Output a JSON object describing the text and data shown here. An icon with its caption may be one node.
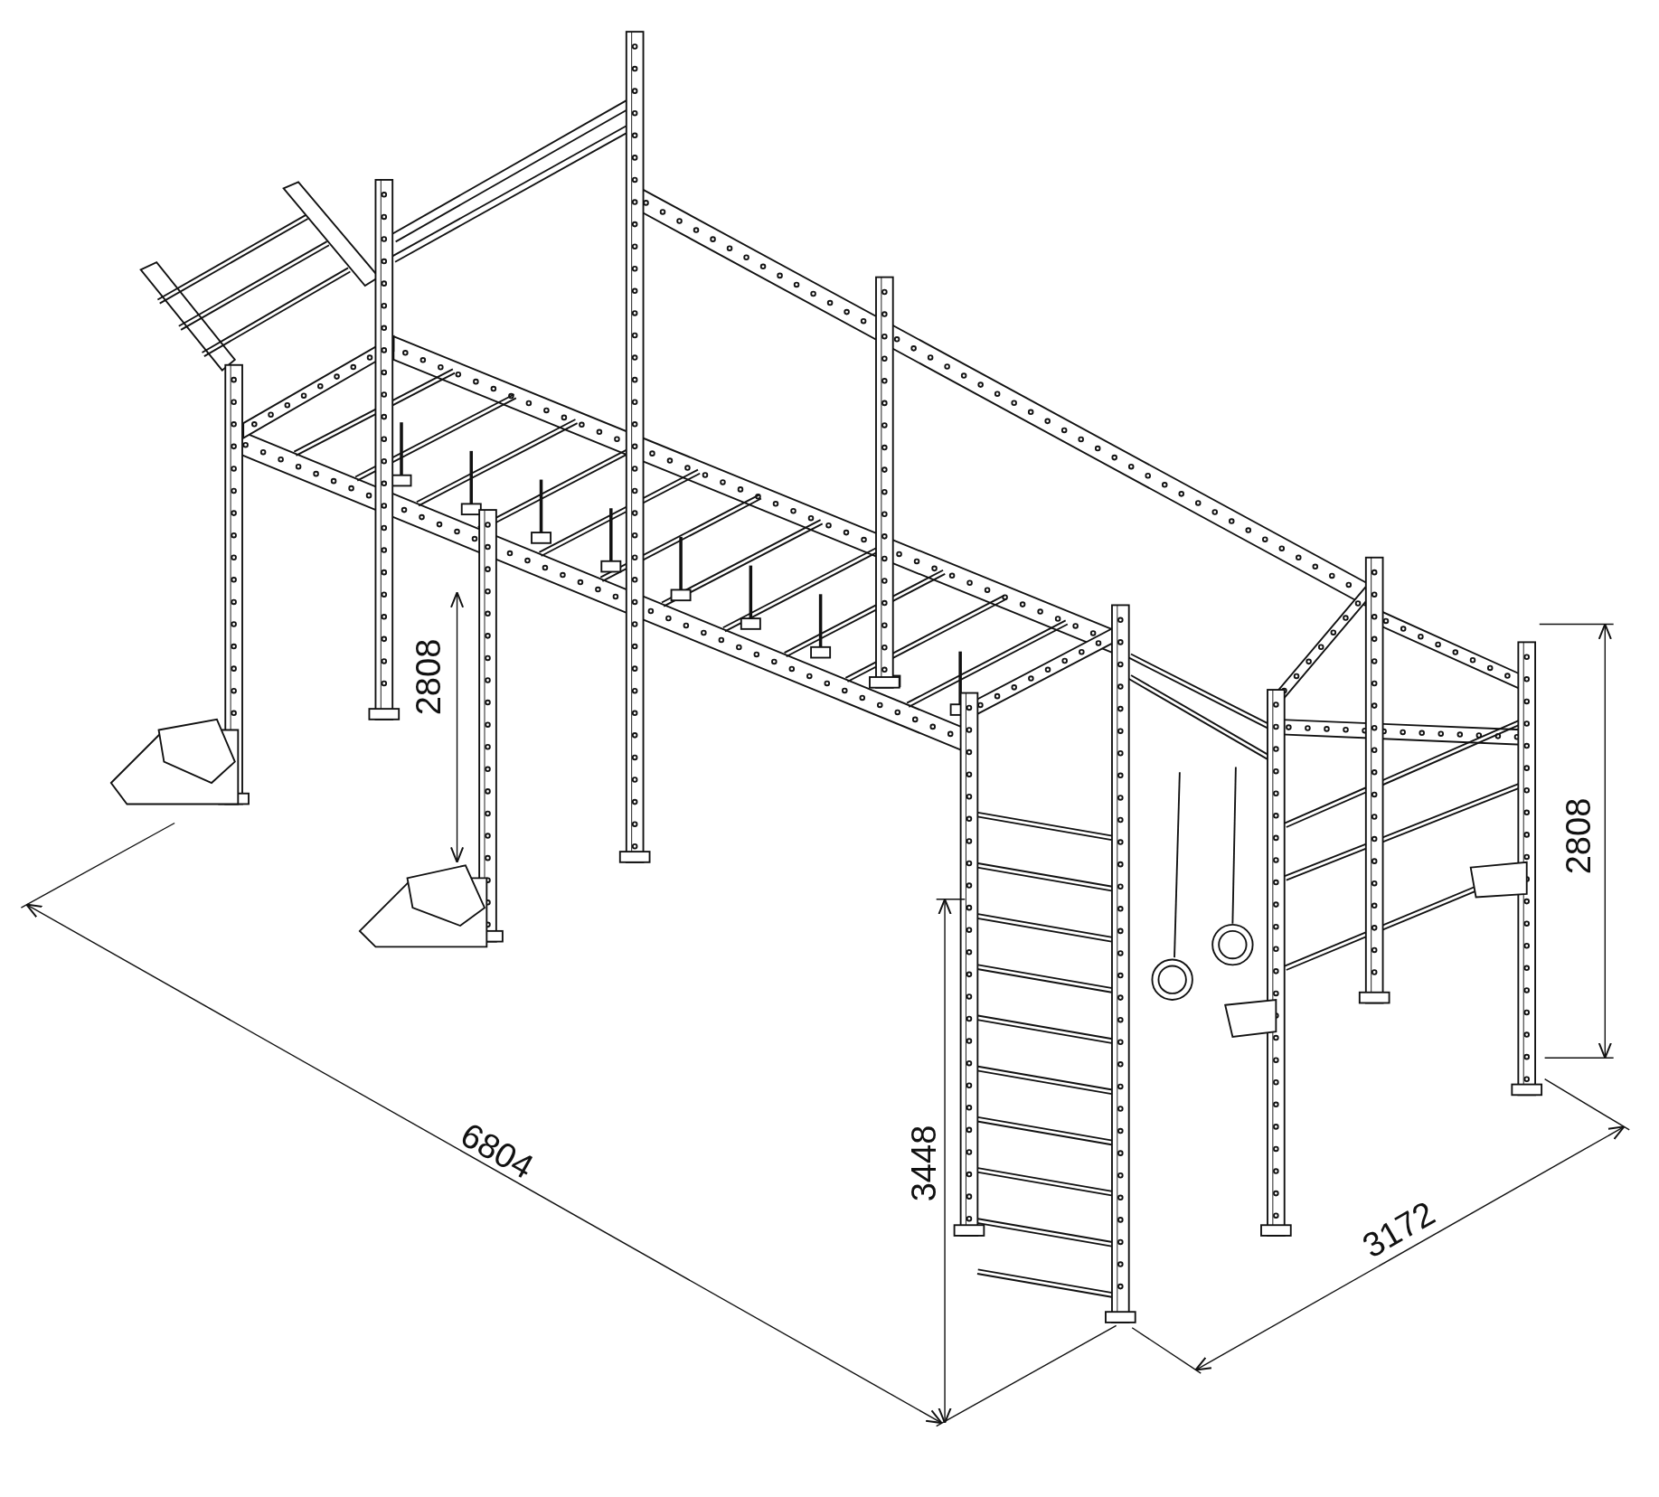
{
  "diagram": {
    "labels": [
      "2808",
      "2808",
      "6804",
      "3448",
      "3172"
    ]
  }
}
